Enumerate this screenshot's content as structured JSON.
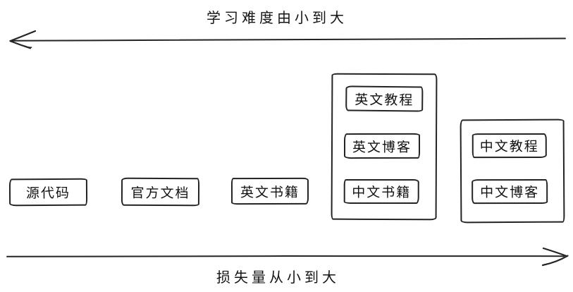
{
  "diagram": {
    "top_axis": {
      "label": "学习难度由小到大",
      "direction": "left"
    },
    "bottom_axis": {
      "label": "损失量从小到大",
      "direction": "right"
    },
    "standalone_boxes": [
      {
        "label": "源代码"
      },
      {
        "label": "官方文档"
      },
      {
        "label": "英文书籍"
      }
    ],
    "groups": [
      {
        "items": [
          {
            "label": "英文教程"
          },
          {
            "label": "英文博客"
          },
          {
            "label": "中文书籍"
          }
        ]
      },
      {
        "items": [
          {
            "label": "中文教程"
          },
          {
            "label": "中文博客"
          }
        ]
      }
    ],
    "colors": {
      "stroke": "#232323",
      "text": "#111111",
      "background": "#ffffff"
    }
  }
}
